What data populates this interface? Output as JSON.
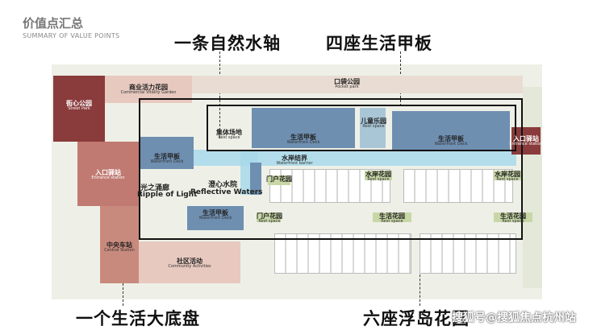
{
  "header": {
    "title": "价值点汇总",
    "subtitle": "SUMMARY OF VALUE POINTS"
  },
  "callouts": {
    "axis": "一条自然水轴",
    "deck": "四座生活甲板",
    "base": "一个生活大底盘",
    "islands": "六座浮岛花园"
  },
  "areas": {
    "street_park": {
      "cn": "街心公园",
      "en": "Street Park"
    },
    "commercial": {
      "cn": "商业活力花园",
      "en": "Commercial Vitality Garden"
    },
    "pocket_park": {
      "cn": "口袋公园",
      "en": "Pocket park"
    },
    "plaza": {
      "cn": "集体场地",
      "en": "Rest space"
    },
    "deck1": {
      "cn": "生活甲板",
      "en": "Waterfront Deck"
    },
    "kids": {
      "cn": "儿童乐园",
      "en": "Rest space"
    },
    "deck2": {
      "cn": "生活甲板",
      "en": "Waterfront Deck"
    },
    "entrance_right": {
      "cn": "入口驿站",
      "en": "Entrance station"
    },
    "deck_left": {
      "cn": "生活甲板",
      "en": "Waterfront Deck"
    },
    "barrier": {
      "cn": "水岸结界",
      "en": "Waterfront barrier"
    },
    "entrance_left": {
      "cn": "入口驿站",
      "en": "Entrance station"
    },
    "gate_garden1": {
      "cn": "门户花园",
      "en": ""
    },
    "waterside1": {
      "cn": "水岸花园",
      "en": "Rest space"
    },
    "waterside2": {
      "cn": "水岸花园",
      "en": "Rest space"
    },
    "light": {
      "cn": "光之涌廊",
      "en": "Ripple of Light"
    },
    "water_court": {
      "cn": "澄心水院",
      "en": "Reflective Waters"
    },
    "deck_lower": {
      "cn": "生活甲板",
      "en": "Waterfront Deck"
    },
    "gate_garden2": {
      "cn": "门户花园",
      "en": "Rest space"
    },
    "life_garden1": {
      "cn": "生活花园",
      "en": "Rest space"
    },
    "life_garden2": {
      "cn": "生活花园",
      "en": "Rest space"
    },
    "central": {
      "cn": "中央车站",
      "en": "Central Station"
    },
    "community": {
      "cn": "社区活动",
      "en": "Community Activities"
    }
  },
  "watermark": "搜狐号@搜狐焦点杭州站",
  "colors": {
    "maroon": "#8a3b3b",
    "salmon": "#c98a7e",
    "pink": "#e7c9bf",
    "blue": "#6f8fb1",
    "water": "#a8d9ea",
    "green": "#c8d7a6"
  }
}
